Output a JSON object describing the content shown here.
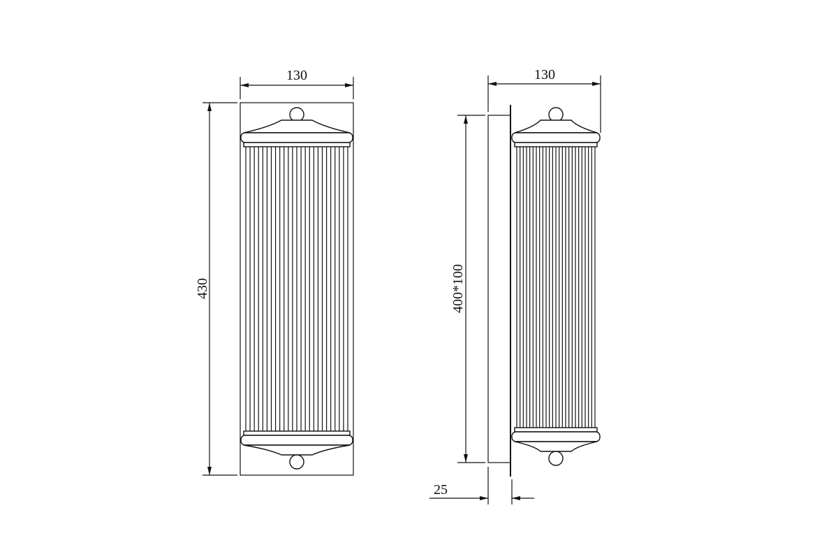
{
  "front_view": {
    "width_label": "130",
    "height_label": "430"
  },
  "side_view": {
    "width_label": "130",
    "height_label": "400*100",
    "depth_label": "25"
  },
  "colors": {
    "line": "#111111",
    "background": "#ffffff"
  }
}
